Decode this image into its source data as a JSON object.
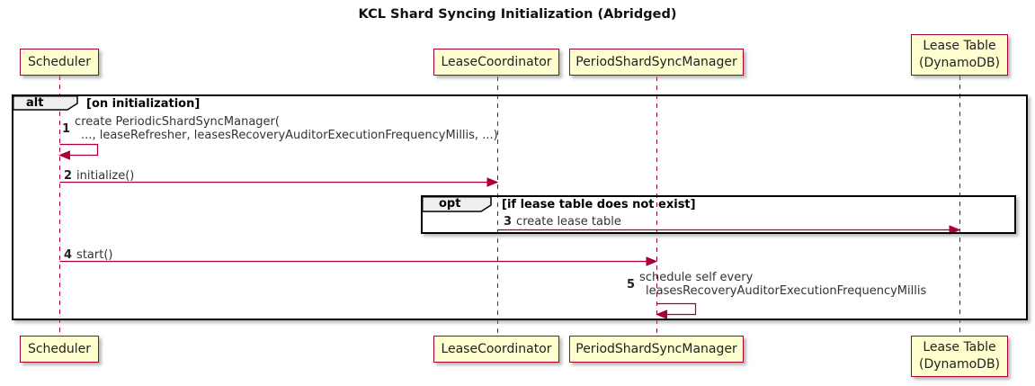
{
  "title": "KCL Shard Syncing Initialization (Abridged)",
  "colors": {
    "participant_fill": "#FEFECE",
    "participant_border": "#A80036",
    "connector": "#A80036",
    "frame_border": "#000000",
    "frame_label_fill": "#EEEEEE",
    "text": "#333333"
  },
  "participants": [
    {
      "label": "Scheduler"
    },
    {
      "label": "LeaseCoordinator"
    },
    {
      "label": "PeriodShardSyncManager"
    },
    {
      "label": "Lease Table",
      "label2": "(DynamoDB)"
    }
  ],
  "frames": {
    "alt": {
      "operator": "alt",
      "condition": "[on initialization]"
    },
    "opt": {
      "operator": "opt",
      "condition": "[if lease table does not exist]"
    }
  },
  "messages": [
    {
      "num": "1",
      "line1": "create PeriodicShardSyncManager(",
      "line2": "..., leaseRefresher, leasesRecoveryAuditorExecutionFrequencyMillis, ...)"
    },
    {
      "num": "2",
      "text": "initialize()"
    },
    {
      "num": "3",
      "text": "create lease table"
    },
    {
      "num": "4",
      "text": "start()"
    },
    {
      "num": "5",
      "line1": "schedule self every",
      "line2": "leasesRecoveryAuditorExecutionFrequencyMillis"
    }
  ]
}
